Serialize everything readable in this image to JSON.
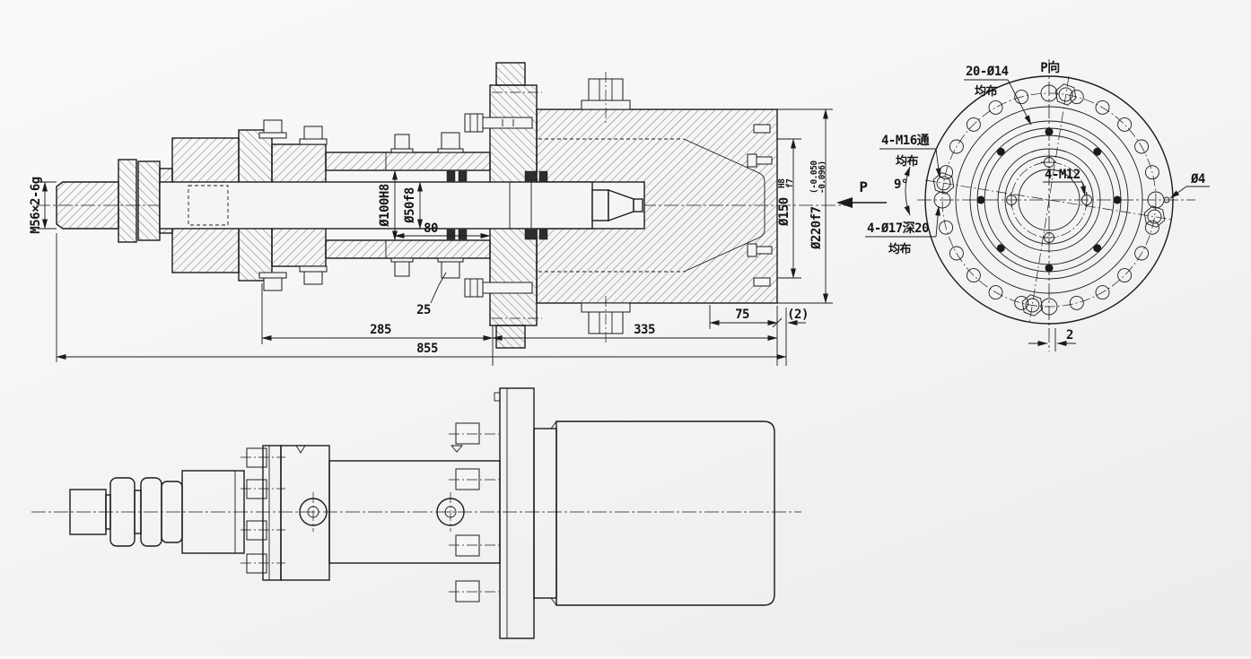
{
  "section_view": {
    "thread_callout": "M56×2-6g",
    "bore_dim": "Ø100H8",
    "rod_dim": "Ø50f8",
    "dim_80": "80",
    "dim_25": "25",
    "dim_285": "285",
    "dim_335": "335",
    "dim_75": "75",
    "dim_2_ref": "(2)",
    "dim_855": "855",
    "spigot_dim": "Ø150",
    "spigot_fit_upper": "H8",
    "spigot_fit_lower": "f7",
    "flange_dim": "Ø220f7",
    "flange_tol_upper": "(-0.050",
    "flange_tol_lower": "-0.096)",
    "view_arrow": "P"
  },
  "end_view": {
    "title": "P向",
    "holes20_callout": "20-Ø14",
    "holes20_note": "均布",
    "m16_callout": "4-M16通",
    "m16_note": "均布",
    "angle_dim": "9°",
    "m12_callout": "4-M12",
    "cbore_callout": "4-Ø17深20",
    "cbore_note": "均布",
    "pin_callout": "Ø4",
    "offset_dim": "2"
  }
}
